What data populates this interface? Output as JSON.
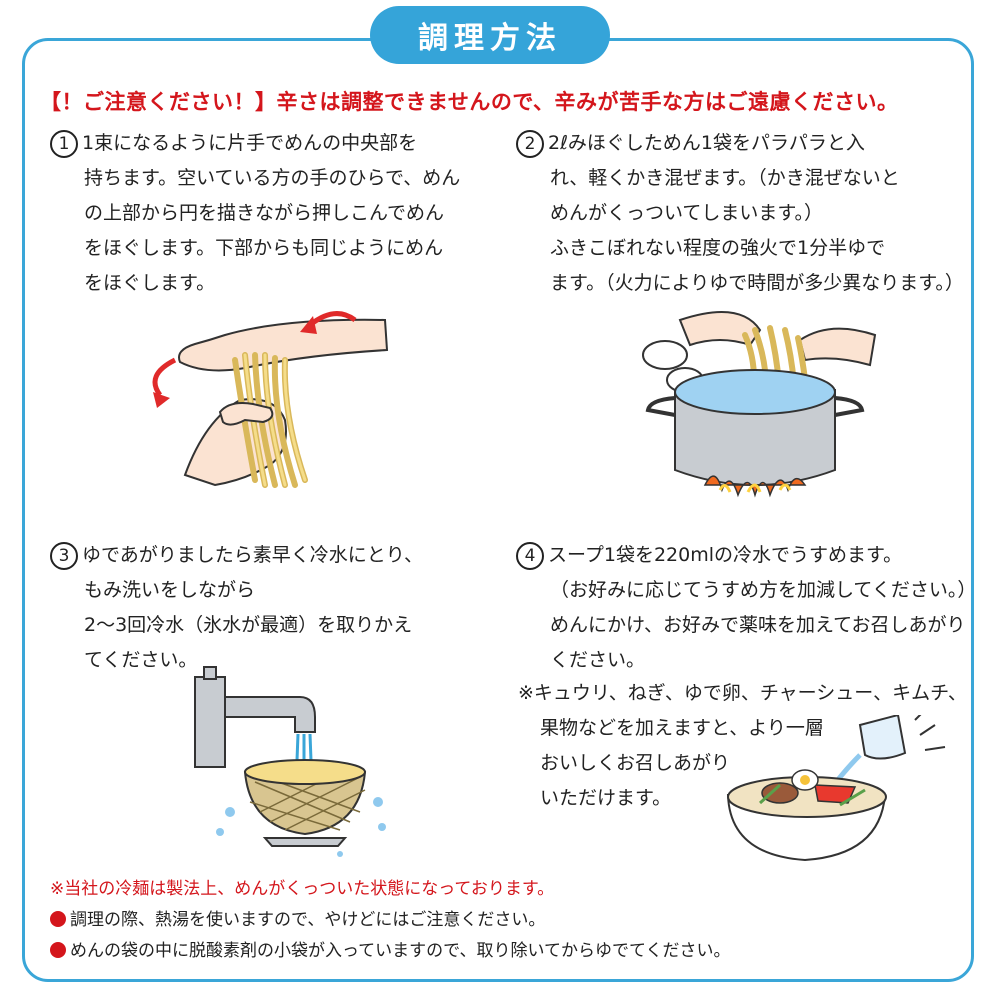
{
  "title": "調理方法",
  "warning": "【！ご注意ください！】辛さは調整できませんので、辛みが苦手な方はご遠慮ください。",
  "steps": [
    {
      "number": "1",
      "lines": [
        "1束になるように片手でめんの中央部を",
        "持ちます。空いている方の手のひらで、めん",
        "の上部から円を描きながら押しこんでめん",
        "をほぐします。下部からも同じようにめん",
        "をほぐします。"
      ]
    },
    {
      "number": "2",
      "lines": [
        "2ℓみほぐしためん1袋をパラパラと入",
        "れ、軽くかき混ぜます。（かき混ぜないと",
        "めんがくっついてしまいます。）",
        "ふきこぼれない程度の強火で1分半ゆで",
        "ます。（火力によりゆで時間が多少異なります。）"
      ]
    },
    {
      "number": "3",
      "lines": [
        "ゆであがりましたら素早く冷水にとり、",
        "もみ洗いをしながら",
        "2～3回冷水（氷水が最適）を取りかえ",
        "てください。"
      ]
    },
    {
      "number": "4",
      "lines": [
        "スープ1袋を220mlの冷水でうすめます。",
        "（お好みに応じてうすめ方を加減してください。）",
        "めんにかけ、お好みで薬味を加えてお召しあがり",
        "ください。"
      ]
    }
  ],
  "note": [
    "※キュウリ、ねぎ、ゆで卵、チャーシュー、キムチ、",
    "果物などを加えますと、より一層",
    "おいしくお召しあがり",
    "いただけます。"
  ],
  "footer": [
    "※当社の冷麺は製法上、めんがくっついた状態になっております。",
    "調理の際、熱湯を使いますので、やけどにはご注意ください。",
    "めんの袋の中に脱酸素剤の小袋が入っていますので、取り除いてからゆでてください。"
  ],
  "colors": {
    "frame": "#3aa6d8",
    "title_bg": "#35a4d9",
    "warning": "#d4161c",
    "arrow": "#e02a2a",
    "flame": "#f06a1f",
    "water": "#8fc9ee"
  },
  "icons": [
    "hands-loosening-noodles",
    "pot-boiling-noodles",
    "faucet-rinsing-colander",
    "bowl-of-cold-noodles"
  ]
}
